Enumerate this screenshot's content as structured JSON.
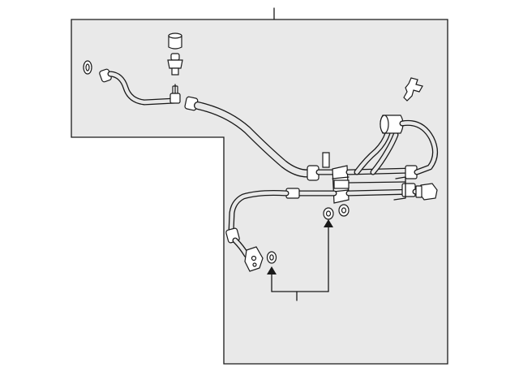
{
  "diagram": {
    "colors": {
      "line": "#1a1a1a",
      "panel_fill": "#e9e9e9",
      "background": "#ffffff"
    },
    "parts": [
      "cap-part",
      "charge-valve-part",
      "o-ring-upper-left",
      "bracket-clip-part",
      "suction-hose-assembly",
      "discharge-hose-assembly",
      "o-ring-pair-right",
      "o-ring-lower"
    ],
    "arrow_icon": "triangle-up-arrow"
  }
}
